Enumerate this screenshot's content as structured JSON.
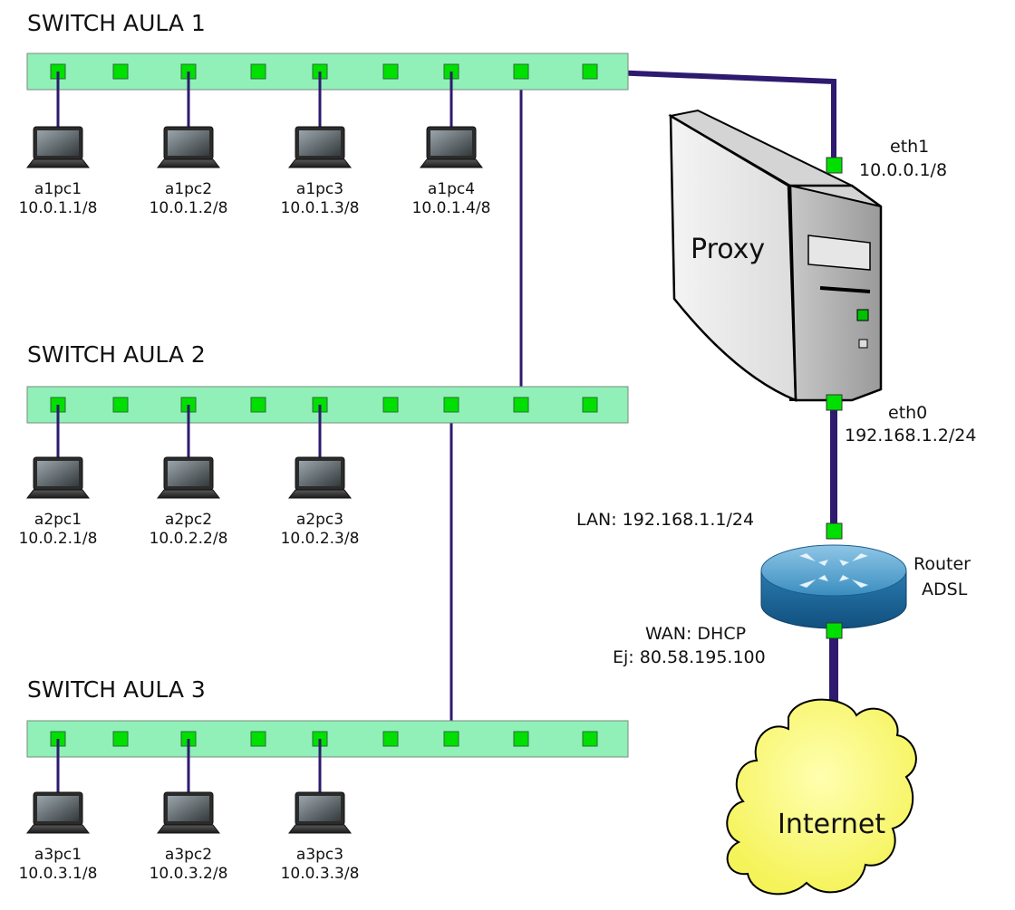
{
  "switches": [
    {
      "title": "SWITCH AULA 1",
      "pcs": [
        {
          "name": "a1pc1",
          "ip": "10.0.1.1/8"
        },
        {
          "name": "a1pc2",
          "ip": "10.0.1.2/8"
        },
        {
          "name": "a1pc3",
          "ip": "10.0.1.3/8"
        },
        {
          "name": "a1pc4",
          "ip": "10.0.1.4/8"
        }
      ]
    },
    {
      "title": "SWITCH AULA 2",
      "pcs": [
        {
          "name": "a2pc1",
          "ip": "10.0.2.1/8"
        },
        {
          "name": "a2pc2",
          "ip": "10.0.2.2/8"
        },
        {
          "name": "a2pc3",
          "ip": "10.0.2.3/8"
        }
      ]
    },
    {
      "title": "SWITCH AULA 3",
      "pcs": [
        {
          "name": "a3pc1",
          "ip": "10.0.3.1/8"
        },
        {
          "name": "a3pc2",
          "ip": "10.0.3.2/8"
        },
        {
          "name": "a3pc3",
          "ip": "10.0.3.3/8"
        }
      ]
    }
  ],
  "proxy": {
    "label": "Proxy",
    "eth1": {
      "name": "eth1",
      "ip": "10.0.0.1/8"
    },
    "eth0": {
      "name": "eth0",
      "ip": "192.168.1.2/24"
    }
  },
  "router": {
    "label_line1": "Router",
    "label_line2": "ADSL",
    "lan": "LAN:  192.168.1.1/24",
    "wan_line1": "WAN:  DHCP",
    "wan_line2": "Ej: 80.58.195.100"
  },
  "internet": {
    "label": "Internet"
  },
  "colors": {
    "port": "#00e000",
    "switch_body": "#90f0b8",
    "cable": "#2e1a6e"
  }
}
